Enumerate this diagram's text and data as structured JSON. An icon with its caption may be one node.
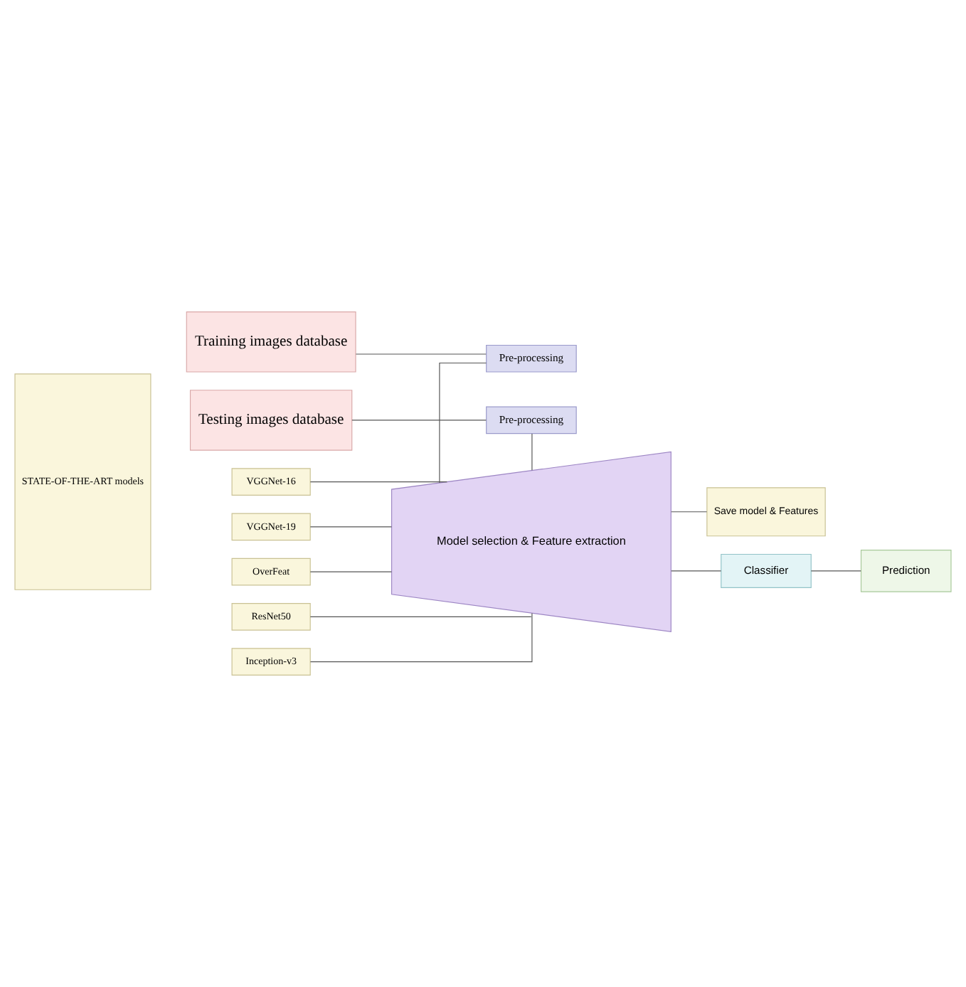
{
  "diagram": {
    "nodes": [
      {
        "text": [
          "Training images database"
        ]
      },
      {
        "text": [
          "Pre-processing"
        ]
      },
      {
        "text": [
          "STATE-OF-THE-ART models"
        ]
      },
      {
        "text": [
          "VGGNet-16"
        ]
      },
      {
        "text": [
          "VGGNet-19"
        ]
      },
      {
        "text": [
          "OverFeat"
        ]
      },
      {
        "text": [
          "ResNet50"
        ]
      },
      {
        "text": [
          "Inception-v3"
        ]
      },
      {
        "text": [
          "Model selection & Feature extraction"
        ]
      },
      {
        "text": [
          "Save model & Features"
        ]
      },
      {
        "text": [
          "Classifier"
        ]
      },
      {
        "text": [
          "Prediction"
        ]
      },
      {
        "text": [
          "Testing images database"
        ]
      },
      {
        "text": [
          "Pre-processing"
        ]
      }
    ],
    "edges": [
      {
        "from": 0,
        "to": 1,
        "arrow": "none"
      },
      {
        "from": 1,
        "to": 8,
        "arrow": "none"
      },
      {
        "from": 3,
        "to": 8,
        "arrow": "none"
      },
      {
        "from": 4,
        "to": 8,
        "arrow": "none"
      },
      {
        "from": 5,
        "to": 8,
        "arrow": "none"
      },
      {
        "from": 6,
        "to": 8,
        "arrow": "none"
      },
      {
        "from": 7,
        "to": 8,
        "arrow": "none"
      },
      {
        "from": 8,
        "to": 9,
        "arrow": "none"
      },
      {
        "from": 8,
        "to": 10,
        "arrow": "none"
      },
      {
        "from": 10,
        "to": 11,
        "arrow": "none"
      },
      {
        "from": 12,
        "to": 13,
        "arrow": "none"
      },
      {
        "from": 13,
        "to": 8,
        "arrow": "none"
      }
    ]
  }
}
